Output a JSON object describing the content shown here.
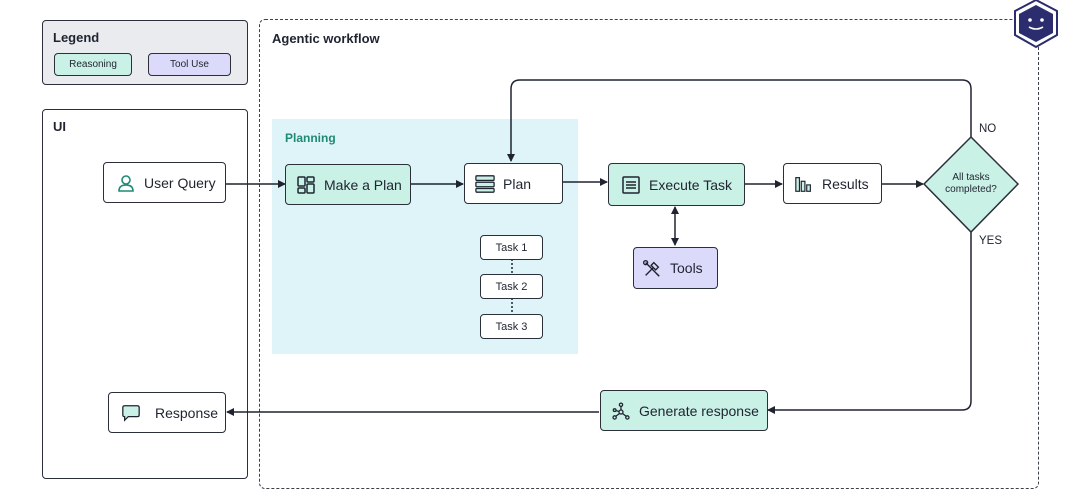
{
  "legend": {
    "title": "Legend",
    "reasoning": "Reasoning",
    "tool_use": "Tool Use"
  },
  "ui": {
    "title": "UI"
  },
  "agentic": {
    "title": "Agentic workflow"
  },
  "planning": {
    "title": "Planning"
  },
  "nodes": {
    "user_query": "User Query",
    "make_a_plan": "Make a Plan",
    "plan": "Plan",
    "execute_task": "Execute Task",
    "results": "Results",
    "tools": "Tools",
    "generate_response": "Generate response",
    "response": "Response"
  },
  "tasks": [
    "Task 1",
    "Task 2",
    "Task 3"
  ],
  "decision": {
    "line1": "All tasks",
    "line2": "completed?",
    "no": "NO",
    "yes": "YES"
  },
  "colors": {
    "reasoning": "#c9f1e6",
    "tool_use": "#dcdafa",
    "planning": "#dff4f8",
    "outline": "#2a2f3a",
    "logo": "#2b2d6e"
  },
  "icons": [
    "user-icon",
    "layout-icon",
    "stack-icon",
    "document-icon",
    "bar-chart-icon",
    "tools-icon",
    "network-icon",
    "chat-icon",
    "robot-logo"
  ]
}
